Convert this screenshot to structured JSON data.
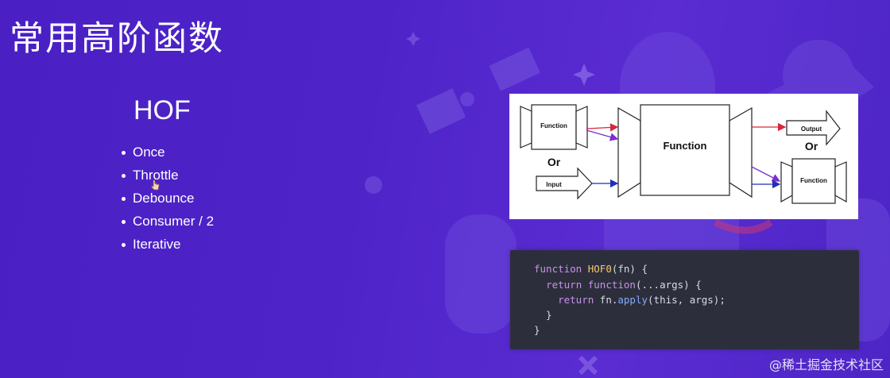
{
  "slide": {
    "title": "常用高阶函数",
    "heading": "HOF",
    "items": [
      "Once",
      "Throttle",
      "Debounce",
      "Consumer / 2",
      "Iterative"
    ]
  },
  "diagram": {
    "box_left_top": "Function",
    "or_left": "Or",
    "input_arrow": "Input",
    "center_box": "Function",
    "output_arrow": "Output",
    "or_right": "Or",
    "box_right_bottom": "Function"
  },
  "code": {
    "line1": {
      "kw": "function",
      "name": "HOF0",
      "rest": "(fn) {"
    },
    "line2": {
      "indent": "  ",
      "kw1": "return",
      "kw2": "function",
      "rest": "(...args) {"
    },
    "line3": {
      "indent": "    ",
      "kw": "return",
      "obj": "fn.",
      "method": "apply",
      "rest": "(this, args);"
    },
    "line4": "  }",
    "line5": "}"
  },
  "watermark": "@稀土掘金技术社区",
  "colors": {
    "background": "#4e24c8",
    "code_bg": "#2c2f3b",
    "keyword": "#c792ea",
    "function_name": "#f7c873",
    "method": "#82aaff",
    "arrow_red": "#d9263a",
    "arrow_purple": "#7b2fd0",
    "arrow_blue": "#1f2fb5"
  }
}
